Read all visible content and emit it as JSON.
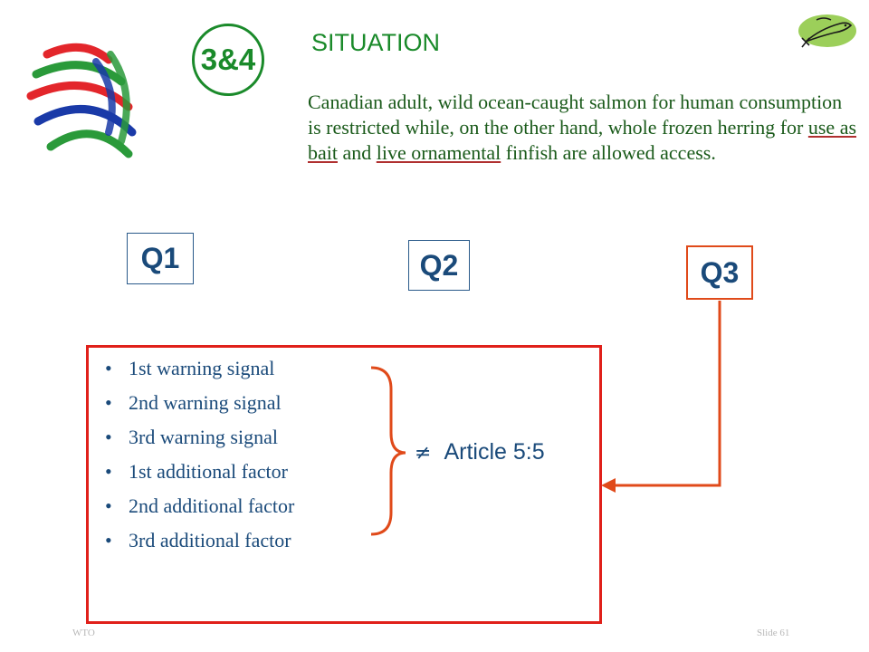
{
  "header": {
    "badge": "3&4",
    "title": "SITUATION"
  },
  "situation": {
    "text_before": "Canadian adult, wild ocean-caught salmon for human consumption is restricted while, on the other hand, whole frozen herring for ",
    "underline_1": "use as bait",
    "text_middle": " and ",
    "underline_2": "live ornamental",
    "text_end": " finfish are allowed access."
  },
  "questions": {
    "q1": "Q1",
    "q2": "Q2",
    "q3": "Q3"
  },
  "list": {
    "bullet": "•",
    "items": [
      "1st warning signal",
      "2nd warning signal",
      "3rd warning signal",
      "1st additional factor",
      "2nd additional factor",
      "3rd additional factor"
    ]
  },
  "conclusion": {
    "symbol": "≠",
    "text": "Article 5:5"
  },
  "footer": {
    "left": "WTO",
    "right": "Slide 61"
  },
  "colors": {
    "accent_green": "#1a8a2a",
    "box_red": "#e0201a",
    "arrow_orange": "#e04a1a",
    "text_blue": "#1a4a7a"
  },
  "icons": {
    "logo": "wto-logo-icon",
    "fish": "fish-icon"
  }
}
